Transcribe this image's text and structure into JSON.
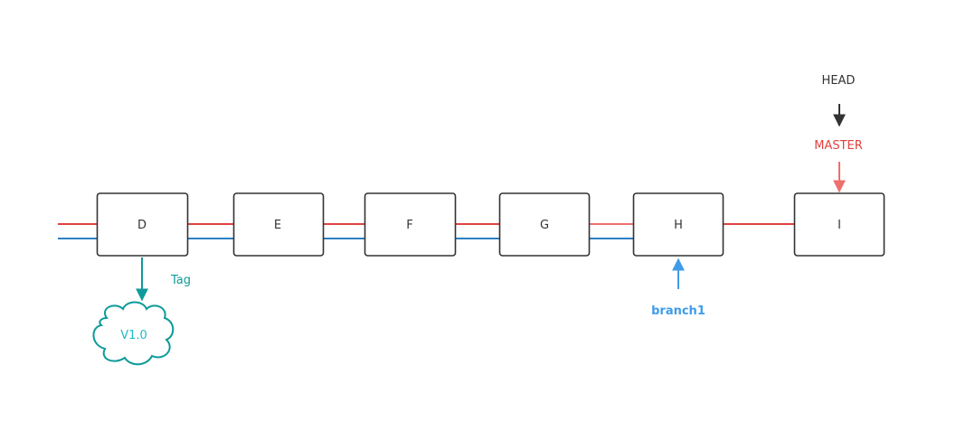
{
  "colors": {
    "master_line": "#e0423f",
    "branch_line": "#2f7fc1",
    "head": "#333333",
    "master": "#e0423f",
    "master_arrow": "#ef6f6c",
    "branch1": "#3f9be8",
    "tag": "#0e9a9a",
    "tag_text": "#21b9c8"
  },
  "commits": [
    "D",
    "E",
    "F",
    "G",
    "H",
    "I"
  ],
  "labels": {
    "head": "HEAD",
    "master": "MASTER",
    "branch1": "branch1",
    "tag": "Tag",
    "tag_name": "V1.0"
  }
}
